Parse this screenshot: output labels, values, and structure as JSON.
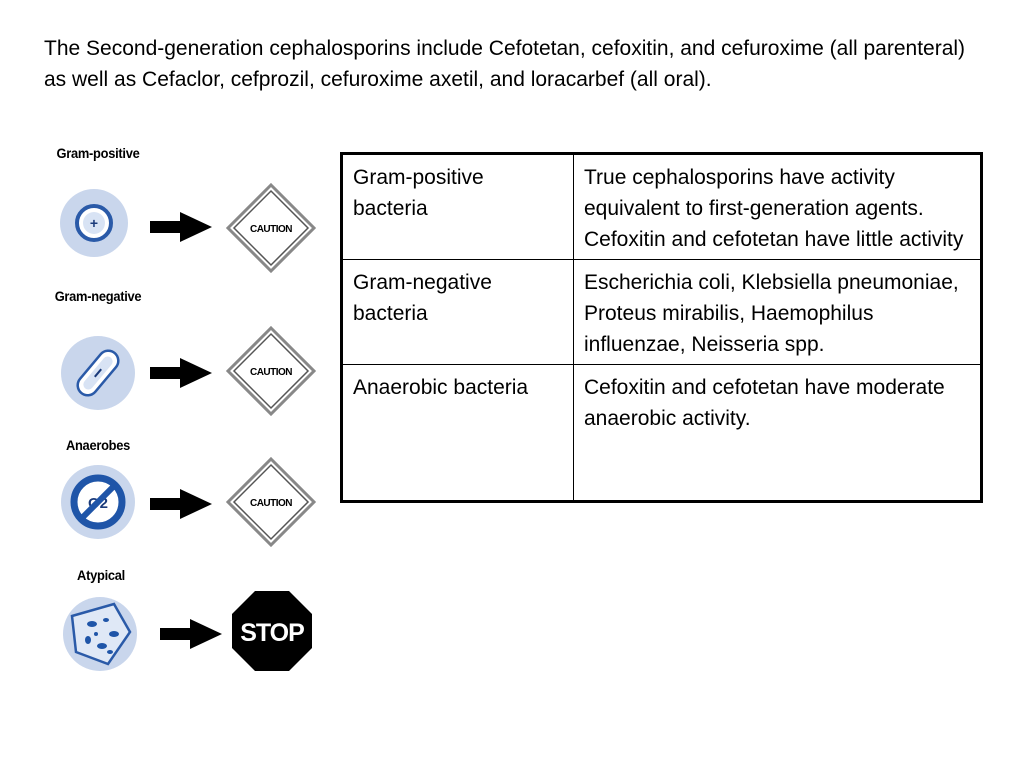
{
  "intro_text": "The Second-generation cephalosporins include Cefotetan, cefoxitin, and cefuroxime (all parenteral) as well as Cefaclor, cefprozil, cefuroxime axetil, and loracarbef (all oral).",
  "icons": [
    {
      "label": "Gram-positive",
      "organism_icon": "gram-positive-coccus-icon",
      "sign": "CAUTION",
      "sign_icon": "caution-diamond-icon"
    },
    {
      "label": "Gram-negative",
      "organism_icon": "gram-negative-rod-icon",
      "sign": "CAUTION",
      "sign_icon": "caution-diamond-icon"
    },
    {
      "label": "Anaerobes",
      "organism_icon": "no-oxygen-icon",
      "sign": "CAUTION",
      "sign_icon": "caution-diamond-icon"
    },
    {
      "label": "Atypical",
      "organism_icon": "atypical-cell-icon",
      "sign": "STOP",
      "sign_icon": "stop-sign-icon"
    }
  ],
  "o2_label": "O2",
  "table": {
    "rows": [
      {
        "organism": "Gram-positive bacteria",
        "description": "True cephalosporins have activity equivalent to first-generation agents.  Cefoxitin and cefotetan have little activity"
      },
      {
        "organism": "Gram-negative bacteria",
        "description": "Escherichia coli, Klebsiella pneumoniae, Proteus mirabilis, Haemophilus influenzae, Neisseria spp."
      },
      {
        "organism": "Anaerobic bacteria",
        "description": "Cefoxitin and cefotetan have moderate anaerobic activity."
      }
    ]
  },
  "colors": {
    "icon_fill": "#c9d6ec",
    "icon_stroke": "#2a5aa8",
    "sign_fill": "#000000"
  }
}
